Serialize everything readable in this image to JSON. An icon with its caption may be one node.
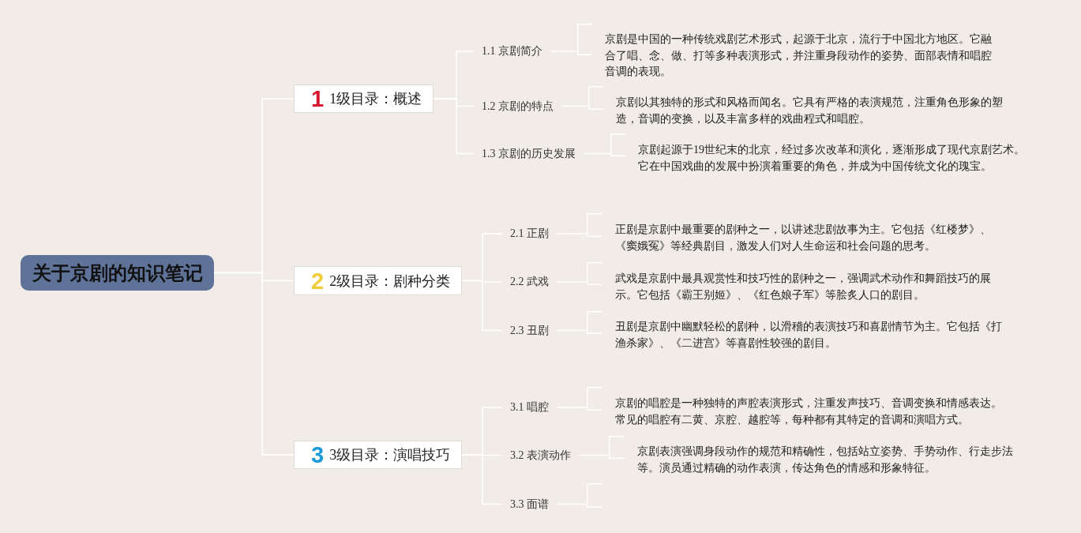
{
  "diagram": {
    "nodes": [
      {
        "text": [
          "关于京剧的知识笔记"
        ]
      },
      {
        "text": [
          "1",
          "1级目录：概述"
        ]
      },
      {
        "text": [
          "1.1 京剧简介"
        ]
      },
      {
        "text": [
          "京剧是中国的一种传统戏剧艺术形式，起源于北京，流行于中国北方地区。它融合了唱、念、做、打等多种表演形式，并注重身段动作的姿势、面部表情和唱腔音调的表现。"
        ]
      },
      {
        "text": [
          "1.2 京剧的特点"
        ]
      },
      {
        "text": [
          "京剧以其独特的形式和风格而闻名。它具有严格的表演规范，注重角色形象的塑造，音调的变换，以及丰富多样的戏曲程式和唱腔。"
        ]
      },
      {
        "text": [
          "1.3 京剧的历史发展"
        ]
      },
      {
        "text": [
          "京剧起源于19世纪末的北京，经过多次改革和演化，逐渐形成了现代京剧艺术。它在中国戏曲的发展中扮演着重要的角色，并成为中国传统文化的瑰宝。"
        ]
      },
      {
        "text": [
          "2",
          "2级目录：剧种分类"
        ]
      },
      {
        "text": [
          "2.1 正剧"
        ]
      },
      {
        "text": [
          "正剧是京剧中最重要的剧种之一，以讲述悲剧故事为主。它包括《红楼梦》、《窦娥冤》等经典剧目，激发人们对人生命运和社会问题的思考。"
        ]
      },
      {
        "text": [
          "2.2 武戏"
        ]
      },
      {
        "text": [
          "武戏是京剧中最具观赏性和技巧性的剧种之一，强调武术动作和舞蹈技巧的展示。它包括《霸王别姬》、《红色娘子军》等脍炙人口的剧目。"
        ]
      },
      {
        "text": [
          "2.3 丑剧"
        ]
      },
      {
        "text": [
          "丑剧是京剧中幽默轻松的剧种，以滑稽的表演技巧和喜剧情节为主。它包括《打渔杀家》、《二进宫》等喜剧性较强的剧目。"
        ]
      },
      {
        "text": [
          "3",
          "3级目录：演唱技巧"
        ]
      },
      {
        "text": [
          "3.1 唱腔"
        ]
      },
      {
        "text": [
          "京剧的唱腔是一种独特的声腔表演形式，注重发声技巧、音调变换和情感表达。常见的唱腔有二黄、京腔、越腔等，每种都有其特定的音调和演唱方式。"
        ]
      },
      {
        "text": [
          "3.2 表演动作"
        ]
      },
      {
        "text": [
          "京剧表演强调身段动作的规范和精确性，包括站立姿势、手势动作、行走步法等。演员通过精确的动作表演，传达角色的情感和形象特征。"
        ]
      },
      {
        "text": [
          "3.3 面谱"
        ]
      },
      {
        "text": [],
        "shape": "bracket"
      }
    ],
    "edges": [
      {
        "from": 0,
        "to": 1,
        "arrow": "none"
      },
      {
        "from": 0,
        "to": 8,
        "arrow": "none"
      },
      {
        "from": 0,
        "to": 15,
        "arrow": "none"
      },
      {
        "from": 1,
        "to": 2,
        "arrow": "none"
      },
      {
        "from": 1,
        "to": 4,
        "arrow": "none"
      },
      {
        "from": 1,
        "to": 6,
        "arrow": "none"
      },
      {
        "from": 2,
        "to": 3,
        "arrow": "none"
      },
      {
        "from": 4,
        "to": 5,
        "arrow": "none"
      },
      {
        "from": 6,
        "to": 7,
        "arrow": "none"
      },
      {
        "from": 8,
        "to": 9,
        "arrow": "none"
      },
      {
        "from": 8,
        "to": 11,
        "arrow": "none"
      },
      {
        "from": 8,
        "to": 13,
        "arrow": "none"
      },
      {
        "from": 9,
        "to": 10,
        "arrow": "none"
      },
      {
        "from": 11,
        "to": 12,
        "arrow": "none"
      },
      {
        "from": 13,
        "to": 14,
        "arrow": "none"
      },
      {
        "from": 15,
        "to": 16,
        "arrow": "none"
      },
      {
        "from": 15,
        "to": 18,
        "arrow": "none"
      },
      {
        "from": 15,
        "to": 20,
        "arrow": "none"
      },
      {
        "from": 16,
        "to": 17,
        "arrow": "none"
      },
      {
        "from": 18,
        "to": 19,
        "arrow": "none"
      },
      {
        "from": 20,
        "to": 21,
        "arrow": "none"
      }
    ]
  }
}
